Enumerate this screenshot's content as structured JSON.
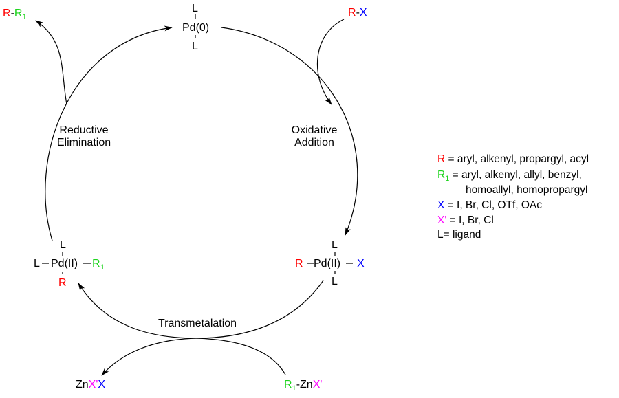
{
  "colors": {
    "R": "#ff0000",
    "R1": "#1ed41e",
    "X": "#0000ff",
    "Xprime": "#ff00ff"
  },
  "symbols": {
    "R": "R",
    "R1_base": "R",
    "R1_sub": "1",
    "X": "X",
    "Xprime": "X'",
    "L": "L",
    "dash": "-"
  },
  "species": {
    "pd0": "Pd(0)",
    "pd2": "Pd(II)",
    "zn": "Zn",
    "zn_prefix": "-Zn"
  },
  "steps": {
    "oxidative_1": "Oxidative",
    "oxidative_2": "Addition",
    "reductive_1": "Reductive",
    "reductive_2": "Elimination",
    "transmetalation": "Transmetalation"
  },
  "legend": {
    "r_def": " = aryl, alkenyl, propargyl, acyl",
    "r1_def": " = aryl, alkenyl, allyl, benzyl,",
    "r1_def_cont": "homoallyl, homopropargyl",
    "x_def": " = I, Br, Cl, OTf, OAc",
    "xp_def": " = I, Br, Cl",
    "l_def": "L= ligand"
  }
}
